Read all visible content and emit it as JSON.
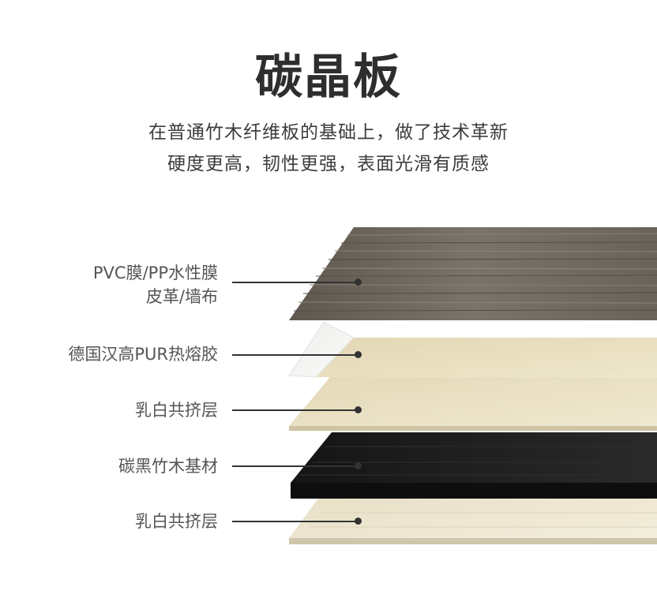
{
  "title": "碳晶板",
  "subtitle": {
    "line1": "在普通竹木纤维板的基础上，做了技术革新",
    "line2": "硬度更高，韧性更强，表面光滑有质感"
  },
  "layers": [
    {
      "label_line1": "PVC膜/PP水性膜",
      "label_line2": "皮革/墙布",
      "color": "#6d665e"
    },
    {
      "label_line1": "德国汉高PUR热熔胶",
      "color": "#f7f7f5"
    },
    {
      "label_line1": "乳白共挤层",
      "color": "#e8dfc0"
    },
    {
      "label_line1": "碳黑竹木基材",
      "color": "#1c1c1c"
    },
    {
      "label_line1": "乳白共挤层",
      "color": "#e9e1c9"
    }
  ]
}
